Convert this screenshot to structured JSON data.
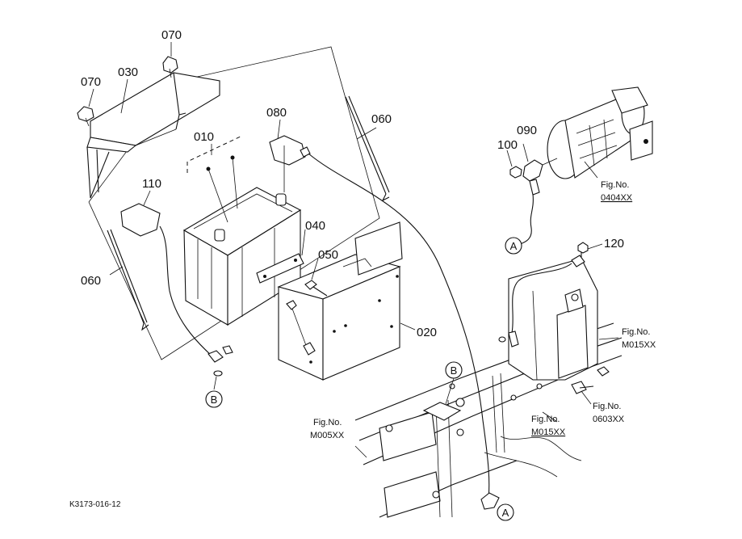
{
  "part_labels": {
    "p070a": "070",
    "p070b": "070",
    "p030": "030",
    "p010": "010",
    "p080": "080",
    "p060a": "060",
    "p060b": "060",
    "p110": "110",
    "p040": "040",
    "p050": "050",
    "p020": "020",
    "p100": "100",
    "p090": "090",
    "p120": "120"
  },
  "fig_refs": {
    "starter": {
      "line1": "Fig.No.",
      "line2": "0404XX"
    },
    "m015_right": {
      "line1": "Fig.No.",
      "line2": "M015XX"
    },
    "m015_center": {
      "line1": "Fig.No.",
      "line2": "M015XX"
    },
    "r0603": {
      "line1": "Fig.No.",
      "line2": "0603XX"
    },
    "m005": {
      "line1": "Fig.No.",
      "line2": "M005XX"
    }
  },
  "connection_markers": {
    "a_upper": "A",
    "a_lower": "A",
    "b_left": "B",
    "b_right": "B"
  },
  "drawing_code": "K3173-016-12"
}
